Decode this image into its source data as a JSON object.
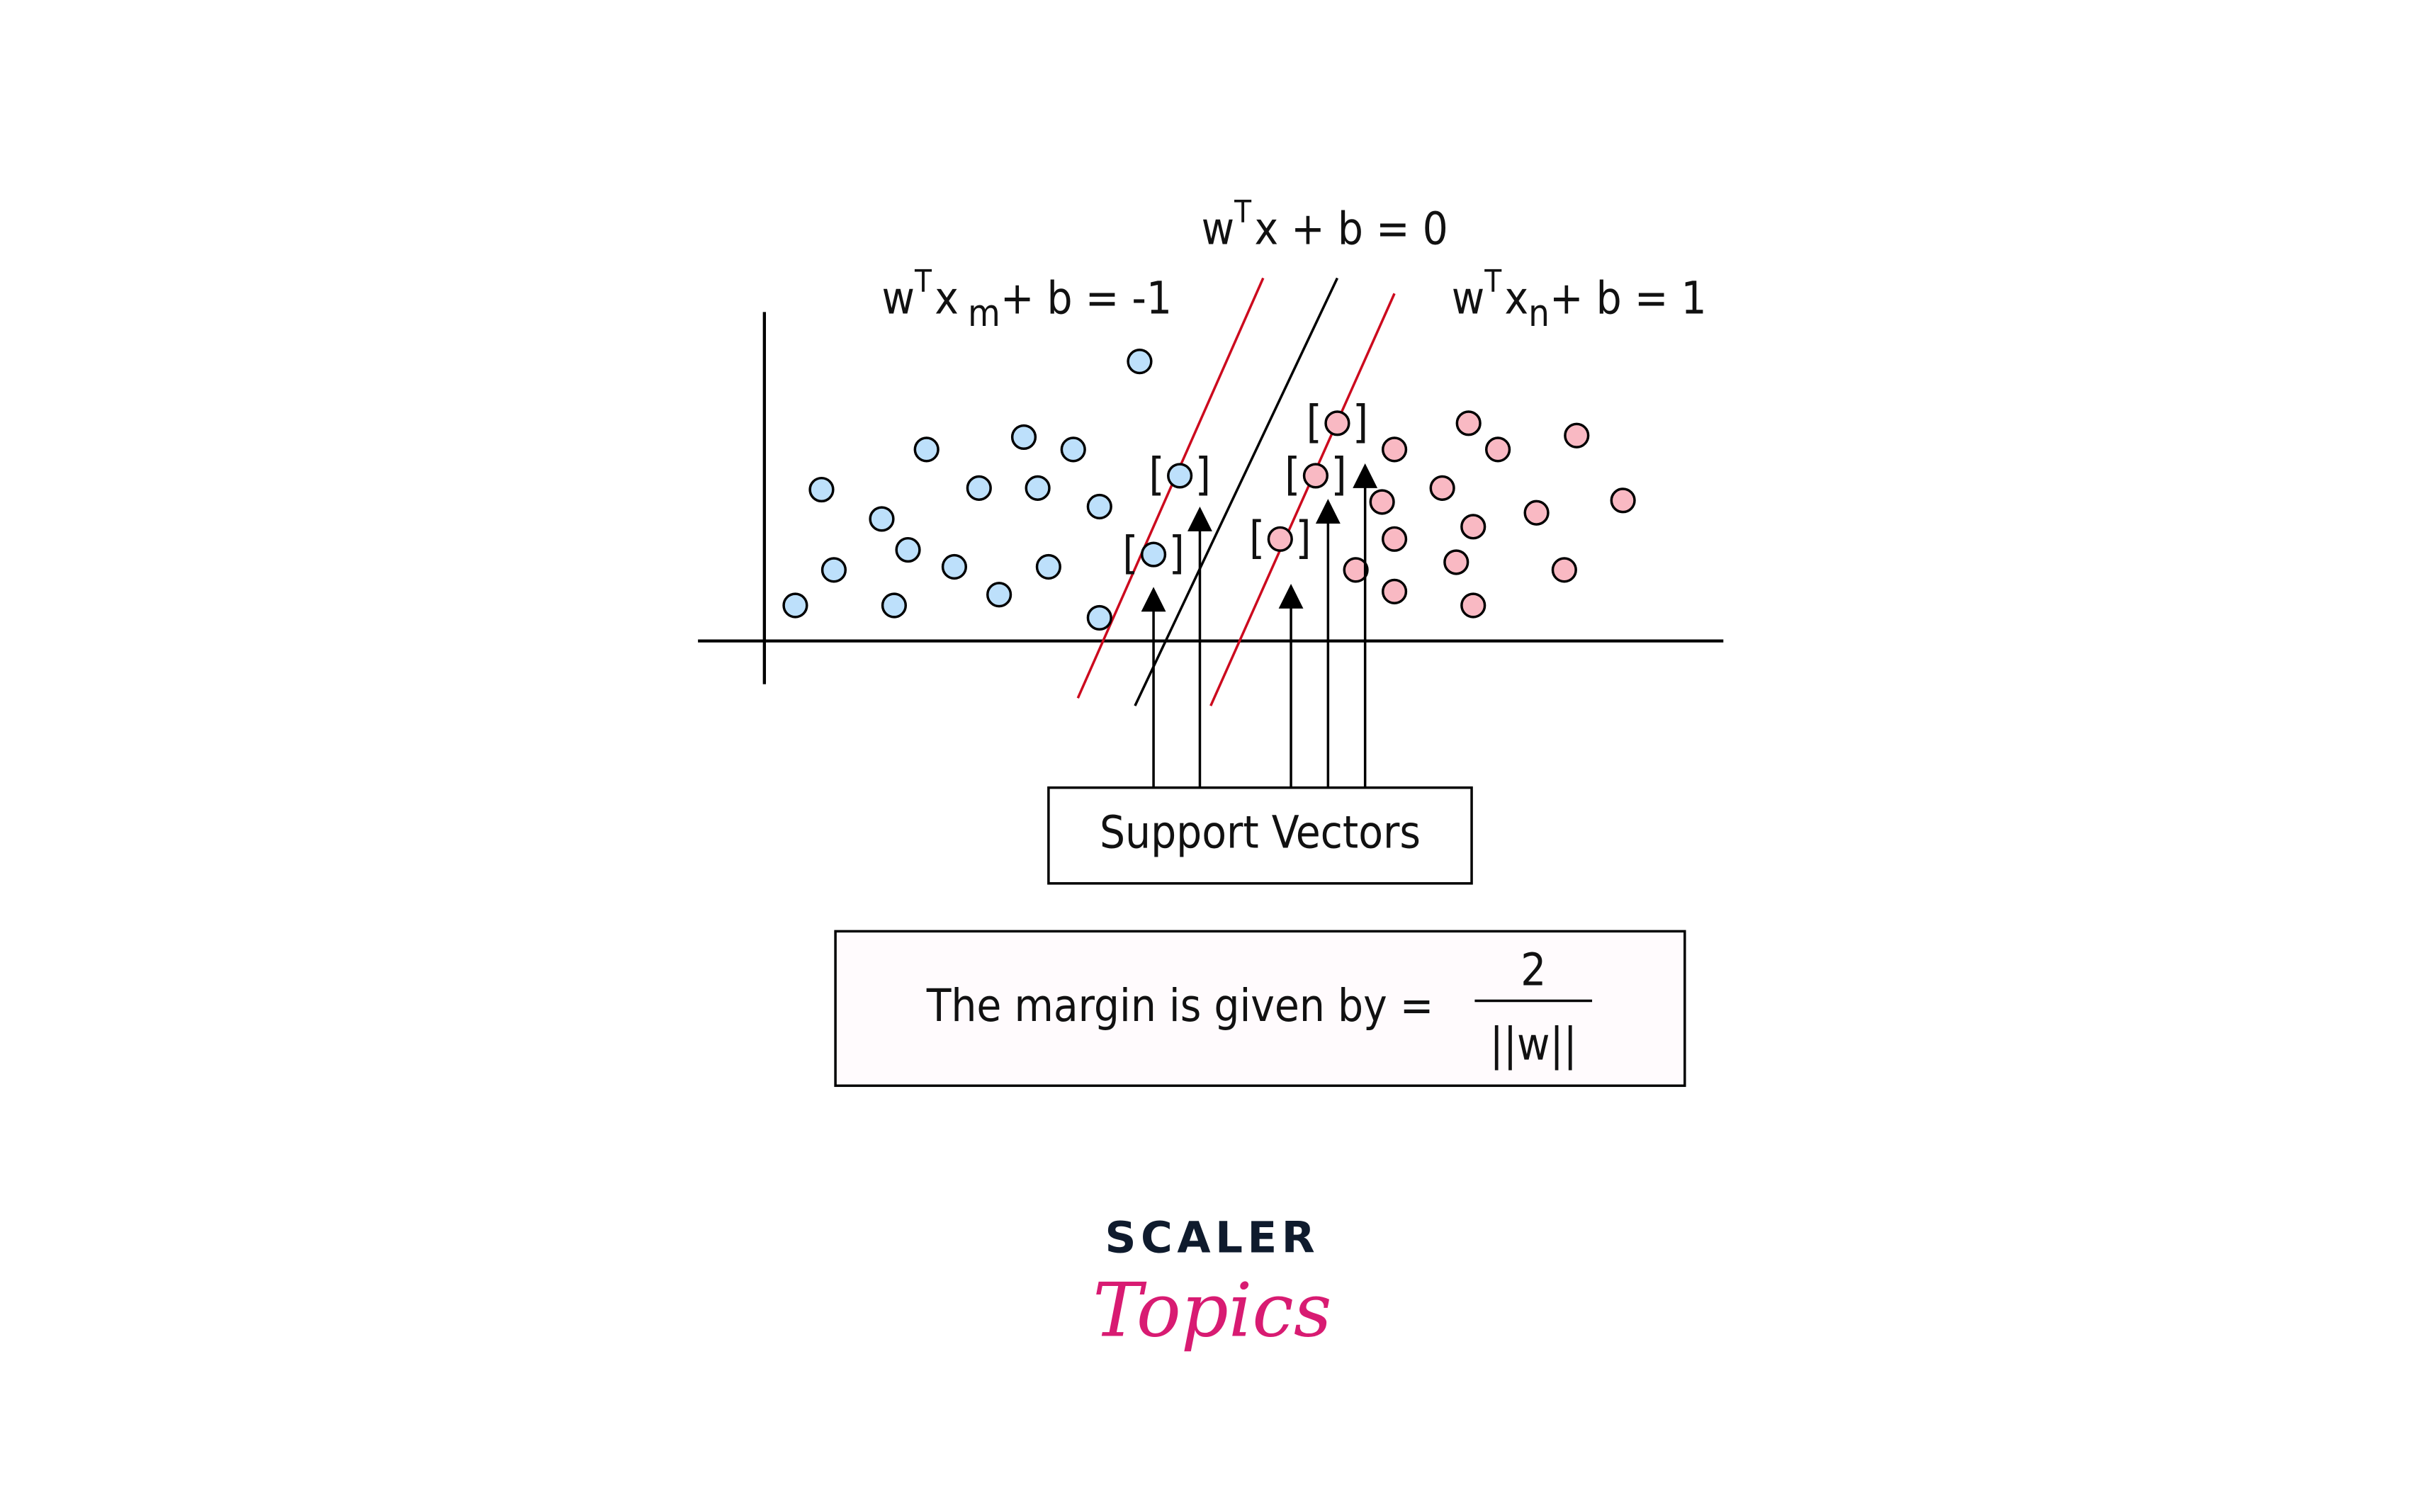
{
  "equations": {
    "hyperplane": {
      "base": "w",
      "sup": "T",
      "rest": "x + b = 0"
    },
    "negative_margin": {
      "base": "w",
      "sup": "T",
      "var": "x",
      "sub": "m",
      "rest": "+ b = -1"
    },
    "positive_margin": {
      "base": "w",
      "sup": "T",
      "var": "x",
      "sub": "n",
      "rest": "+ b = 1"
    }
  },
  "support_vectors_label": "Support Vectors",
  "margin_formula": {
    "text": "The margin is given by =",
    "numerator": "2",
    "denominator": "||w||"
  },
  "bracket_open": "[",
  "bracket_close": "]",
  "logo": {
    "top": "SCALER",
    "bottom": "Topics"
  },
  "colors": {
    "class_negative": "#bde0fb",
    "class_positive": "#f9b9c3",
    "margin_line": "#cc0a1e",
    "logo_dark": "#0f1b2d",
    "logo_pink": "#d81b72"
  }
}
